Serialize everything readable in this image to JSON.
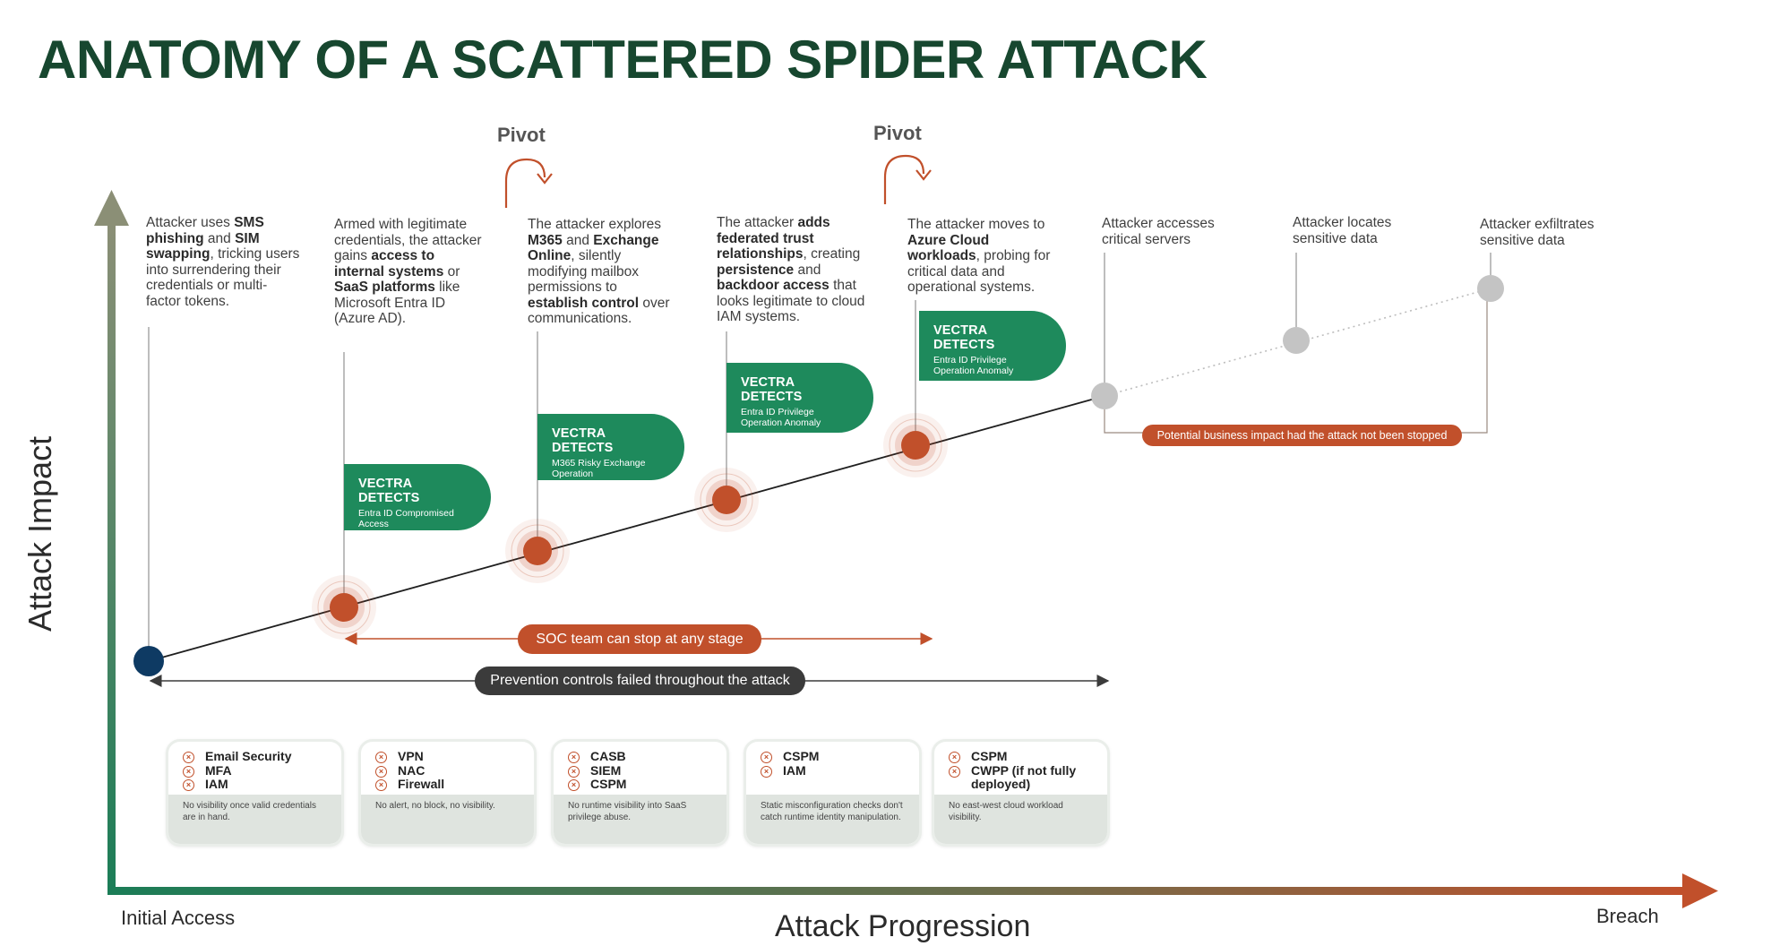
{
  "title": "ANATOMY OF A SCATTERED SPIDER ATTACK",
  "axes": {
    "y_label": "Attack Impact",
    "x_label": "Attack Progression",
    "x_start": "Initial Access",
    "x_end": "Breach"
  },
  "pivot_label": "Pivot",
  "stages": [
    {
      "segments": [
        {
          "t": "Attacker uses "
        },
        {
          "t": "SMS phishing",
          "b": 1
        },
        {
          "t": " and "
        },
        {
          "t": "SIM swapping",
          "b": 1
        },
        {
          "t": ", tricking users into surrendering their credentials or multi-factor tokens."
        }
      ]
    },
    {
      "segments": [
        {
          "t": "Armed with legitimate credentials, the attacker gains "
        },
        {
          "t": "access to internal systems",
          "b": 1
        },
        {
          "t": " or "
        },
        {
          "t": "SaaS platforms",
          "b": 1
        },
        {
          "t": " like Microsoft Entra ID (Azure AD)."
        }
      ]
    },
    {
      "segments": [
        {
          "t": "The attacker explores "
        },
        {
          "t": "M365",
          "b": 1
        },
        {
          "t": " and "
        },
        {
          "t": "Exchange Online",
          "b": 1
        },
        {
          "t": ", silently modifying mailbox permissions to "
        },
        {
          "t": "establish control",
          "b": 1
        },
        {
          "t": " over communications."
        }
      ]
    },
    {
      "segments": [
        {
          "t": "The attacker "
        },
        {
          "t": "adds federated trust relationships",
          "b": 1
        },
        {
          "t": ", creating "
        },
        {
          "t": "persistence",
          "b": 1
        },
        {
          "t": " and "
        },
        {
          "t": "backdoor access",
          "b": 1
        },
        {
          "t": " that looks legitimate to cloud IAM systems."
        }
      ]
    },
    {
      "segments": [
        {
          "t": "The attacker moves to "
        },
        {
          "t": "Azure Cloud workloads",
          "b": 1
        },
        {
          "t": ", probing for critical data and operational systems."
        }
      ]
    },
    {
      "segments": [
        {
          "t": "Attacker accesses critical servers"
        }
      ]
    },
    {
      "segments": [
        {
          "t": "Attacker locates sensitive data"
        }
      ]
    },
    {
      "segments": [
        {
          "t": "Attacker exfiltrates sensitive data"
        }
      ]
    }
  ],
  "detections": [
    {
      "title": "VECTRA DETECTS",
      "detail": "Entra ID Compromised Access"
    },
    {
      "title": "VECTRA DETECTS",
      "detail": "M365 Risky Exchange Operation"
    },
    {
      "title": "VECTRA DETECTS",
      "detail": "Entra ID Privilege Operation Anomaly"
    },
    {
      "title": "VECTRA DETECTS",
      "detail": "Entra ID Privilege Operation Anomaly"
    }
  ],
  "pills": {
    "potential_impact": "Potential business impact had the attack not been stopped",
    "soc": "SOC team can stop at any stage",
    "prevention": "Prevention controls failed throughout the attack"
  },
  "controls": [
    {
      "items": [
        "Email Security",
        "MFA",
        "IAM"
      ],
      "note": "No visibility once valid credentials are in hand."
    },
    {
      "items": [
        "VPN",
        "NAC",
        "Firewall"
      ],
      "note": "No alert, no block, no visibility."
    },
    {
      "items": [
        "CASB",
        "SIEM",
        "CSPM"
      ],
      "note": "No runtime visibility into SaaS privilege abuse."
    },
    {
      "items": [
        "CSPM",
        "IAM"
      ],
      "note": "Static misconfiguration checks don't catch runtime identity manipulation."
    },
    {
      "items": [
        "CSPM",
        "CWPP (if not fully deployed)"
      ],
      "note": "No east-west cloud workload visibility."
    }
  ],
  "colors": {
    "title": "#17472f",
    "green": "#1e8a5c",
    "orange": "#c1502b",
    "navy": "#0e3a63",
    "grey_node": "#c4c4c4",
    "dark": "#3b3b3b"
  }
}
